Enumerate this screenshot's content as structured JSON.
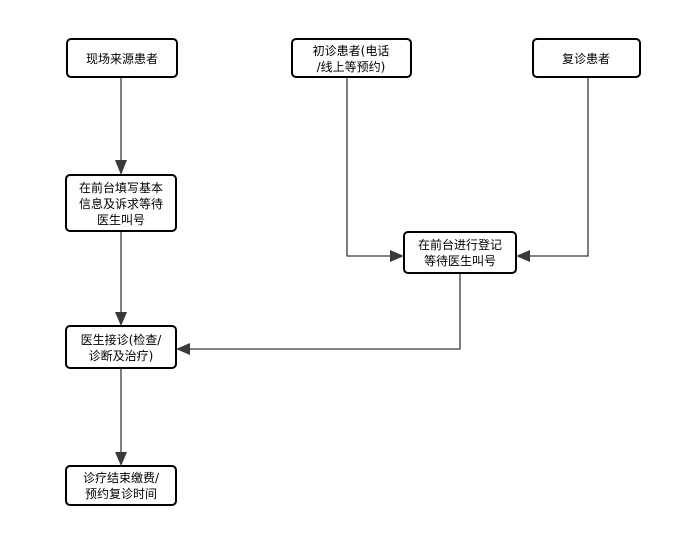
{
  "diagram": {
    "nodes": {
      "walk_in": {
        "lines": [
          "现场来源患者"
        ]
      },
      "first_visit": {
        "lines": [
          "初诊患者(电话",
          "/线上等预约)"
        ]
      },
      "return_visit": {
        "lines": [
          "复诊患者"
        ]
      },
      "front_desk_fill": {
        "lines": [
          "在前台填写基本",
          "信息及诉求等待",
          "医生叫号"
        ]
      },
      "front_desk_register": {
        "lines": [
          "在前台进行登记",
          "等待医生叫号"
        ]
      },
      "doctor_consult": {
        "lines": [
          "医生接诊(检查/",
          "诊断及治疗)"
        ]
      },
      "finish_pay": {
        "lines": [
          "诊疗结束缴费/",
          "预约复诊时间"
        ]
      }
    },
    "edges": [
      {
        "from": "walk_in",
        "to": "front_desk_fill"
      },
      {
        "from": "first_visit",
        "to": "front_desk_register"
      },
      {
        "from": "return_visit",
        "to": "front_desk_register"
      },
      {
        "from": "front_desk_fill",
        "to": "doctor_consult"
      },
      {
        "from": "front_desk_register",
        "to": "doctor_consult"
      },
      {
        "from": "doctor_consult",
        "to": "finish_pay"
      }
    ]
  }
}
